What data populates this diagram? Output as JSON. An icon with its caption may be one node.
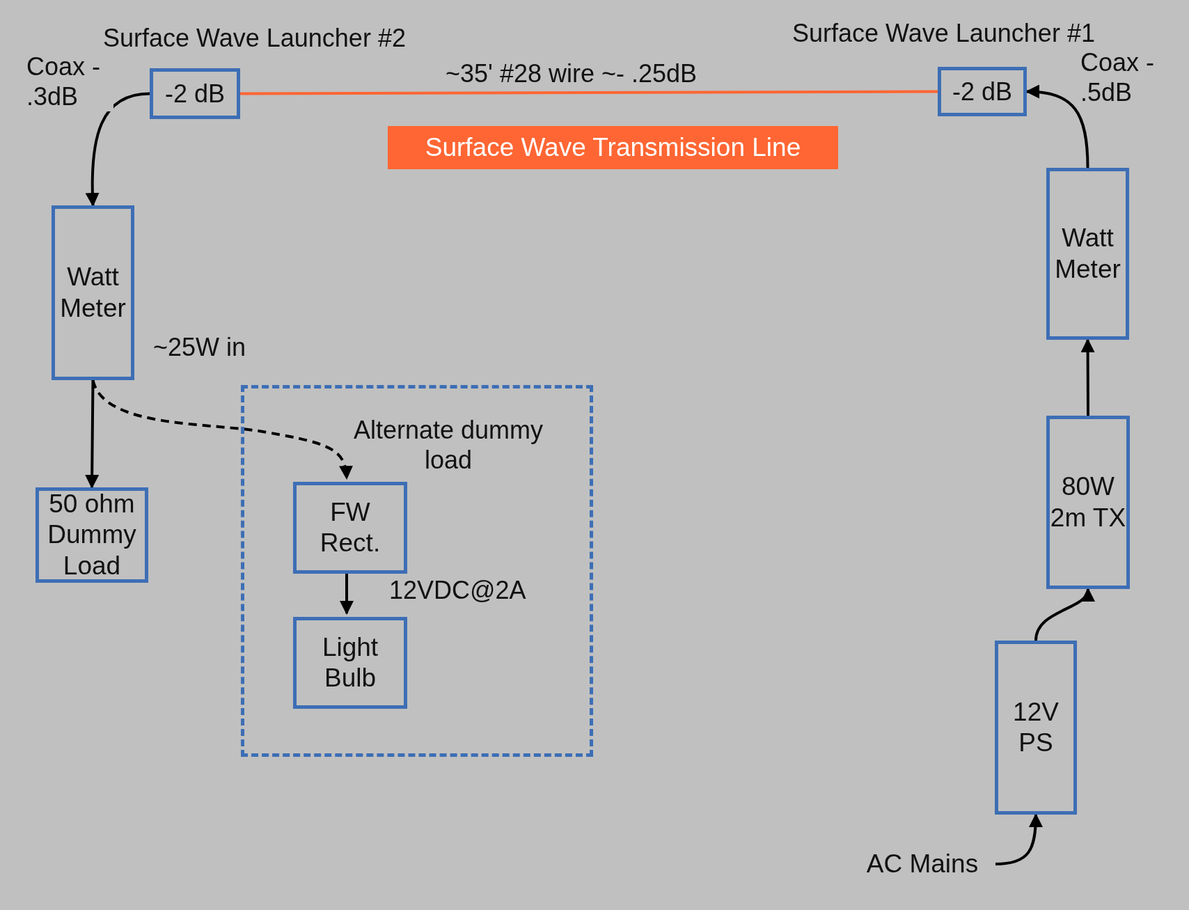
{
  "diagram": {
    "nodes": [
      {
        "text": [
          "Surface Wave Launcher #2",
          "-2 dB"
        ]
      },
      {
        "text": [
          "Surface Wave Launcher #1",
          "-2 dB"
        ]
      },
      {
        "text": [
          "Surface Wave Transmission Line"
        ]
      },
      {
        "text": [
          "Watt Meter"
        ],
        "beside": [
          "~25W in"
        ]
      },
      {
        "text": [
          "50 ohm Dummy Load"
        ]
      },
      {
        "text": [
          "Alternate dummy load"
        ]
      },
      {
        "text": [
          "FW Rect."
        ],
        "in": 5
      },
      {
        "text": [
          "Light Bulb"
        ],
        "in": 5
      },
      {
        "text": [
          "Watt Meter"
        ]
      },
      {
        "text": [
          "80W 2m TX"
        ]
      },
      {
        "text": [
          "12V PS"
        ]
      },
      {
        "text": [
          "AC Mains"
        ]
      }
    ],
    "edges": [
      {
        "from": 0,
        "to": 1,
        "arrow": "none",
        "label": "~35' #28 wire ~- .25dB",
        "color": "#ff6633"
      },
      {
        "from": 0,
        "to": 3,
        "arrow": "to",
        "label": "Coax - .3dB"
      },
      {
        "from": 3,
        "to": 4,
        "arrow": "to"
      },
      {
        "from": 3,
        "to": 6,
        "arrow": "to",
        "style": "dashed"
      },
      {
        "from": 6,
        "to": 7,
        "arrow": "to",
        "label": "12VDC@2A"
      },
      {
        "from": 11,
        "to": 10,
        "arrow": "to"
      },
      {
        "from": 10,
        "to": 9,
        "arrow": "to"
      },
      {
        "from": 9,
        "to": 8,
        "arrow": "to"
      },
      {
        "from": 8,
        "to": 1,
        "arrow": "to",
        "label": "Coax - .5dB"
      }
    ]
  }
}
